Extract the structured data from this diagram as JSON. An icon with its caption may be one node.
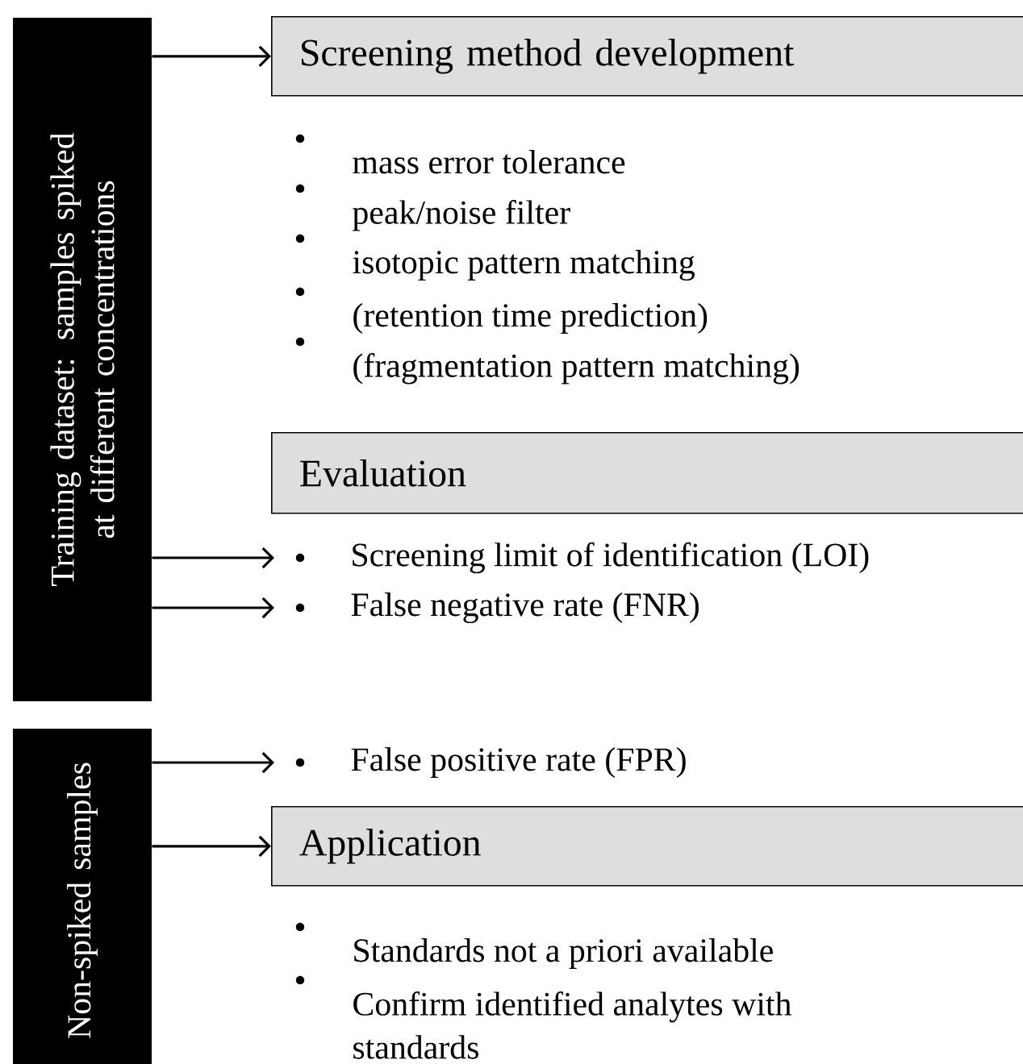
{
  "diagram": {
    "nodes": [
      {
        "text": [
          "Training dataset: samples spiked at different concentrations"
        ]
      },
      {
        "text": [
          "Screening method development"
        ]
      },
      {
        "text": [
          "Evaluation"
        ]
      },
      {
        "text": [
          "Screening limit of identification (LOI)"
        ]
      },
      {
        "text": [
          "False negative rate (FNR)"
        ]
      },
      {
        "text": [
          "Non-spiked samples"
        ]
      },
      {
        "text": [
          "False positive rate (FPR)"
        ]
      },
      {
        "text": [
          "Application"
        ]
      }
    ],
    "edges": [
      {
        "from": 0,
        "to": 1,
        "arrow": "to"
      },
      {
        "from": 0,
        "to": 3,
        "arrow": "to"
      },
      {
        "from": 0,
        "to": 4,
        "arrow": "to"
      },
      {
        "from": 5,
        "to": 6,
        "arrow": "to"
      },
      {
        "from": 5,
        "to": 7,
        "arrow": "to"
      }
    ],
    "labels": [
      "mass error tolerance",
      "peak/noise filter",
      "isotopic pattern matching",
      "(retention time prediction)",
      "(fragmentation pattern matching)",
      "Standards not a priori available",
      "Confirm identified analytes with standards"
    ]
  }
}
